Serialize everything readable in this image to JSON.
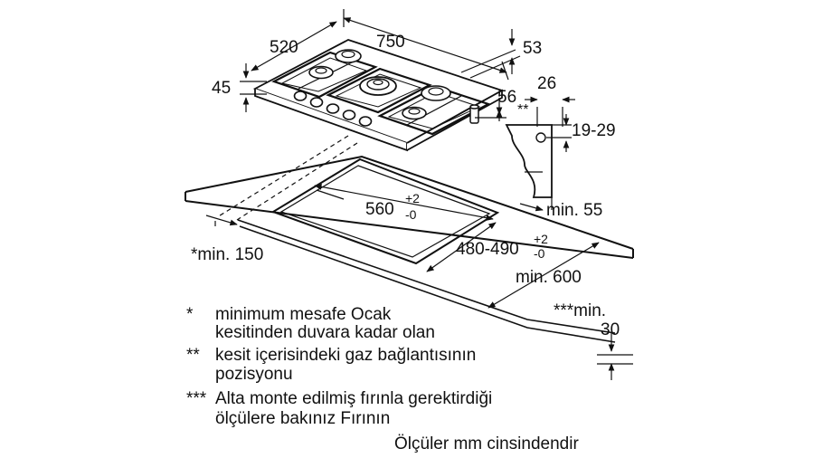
{
  "dimensions": {
    "width_750": "750",
    "depth_520": "520",
    "height_45": "45",
    "edge_53": "53",
    "edge_56": "56",
    "pipe_26": "26",
    "pipe_range": "19-29",
    "gas_mark": "**",
    "cutout_width": "560",
    "cutout_width_tol_plus": "+2",
    "cutout_width_tol_minus": "-0",
    "cutout_depth": "480-490",
    "cutout_depth_tol_plus": "+2",
    "cutout_depth_tol_minus": "-0",
    "min_55": "min. 55",
    "min_150": "*min. 150",
    "min_600": "min. 600",
    "min_30_line1": "***min.",
    "min_30_line2": "30"
  },
  "notes": [
    {
      "mark": "*",
      "lines": [
        "minimum mesafe Ocak",
        "kesitinden duvara kadar olan"
      ]
    },
    {
      "mark": "**",
      "lines": [
        "kesit içerisindeki gaz bağlantısının",
        "pozisyonu"
      ]
    },
    {
      "mark": "***",
      "lines": [
        "Alta monte edilmiş fırınla gerektirdiği",
        "ölçülere bakınız Fırının"
      ]
    }
  ],
  "footer": "Ölçüler mm cinsindendir"
}
